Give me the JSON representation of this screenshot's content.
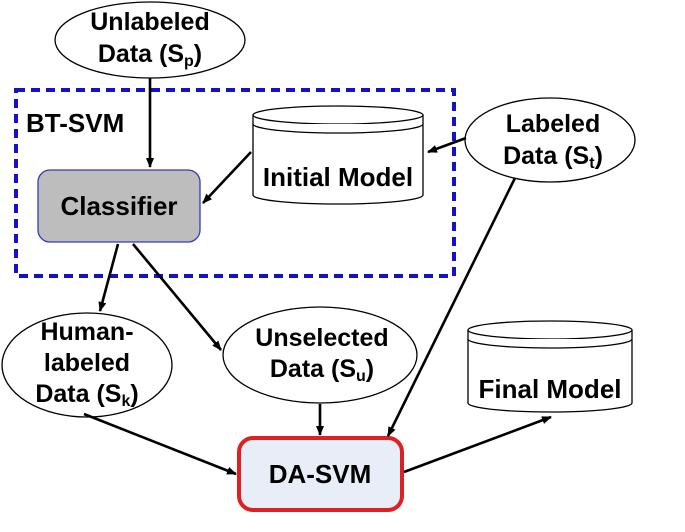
{
  "group": {
    "label": "BT-SVM"
  },
  "nodes": {
    "unlabeled": {
      "line1": "Unlabeled",
      "line2": "Data (S",
      "sub": "p",
      "close": ")"
    },
    "labeled": {
      "line1": "Labeled",
      "line2": "Data (S",
      "sub": "t",
      "close": ")"
    },
    "classifier": {
      "label": "Classifier"
    },
    "initial_model": {
      "label": "Initial Model"
    },
    "human_labeled": {
      "line1": "Human-",
      "line2": "labeled",
      "line3": "Data (S",
      "sub": "k",
      "close": ")"
    },
    "unselected": {
      "line1": "Unselected",
      "line2": "Data (S",
      "sub": "u",
      "close": ")"
    },
    "final_model": {
      "label": "Final Model"
    },
    "da_svm": {
      "label": "DA-SVM"
    }
  },
  "colors": {
    "group_border": "#1212c8",
    "classifier_fill": "#bdbdbd",
    "classifier_border": "#3a3ab8",
    "da_svm_fill": "#e8eef8",
    "da_svm_border": "#e02020"
  }
}
